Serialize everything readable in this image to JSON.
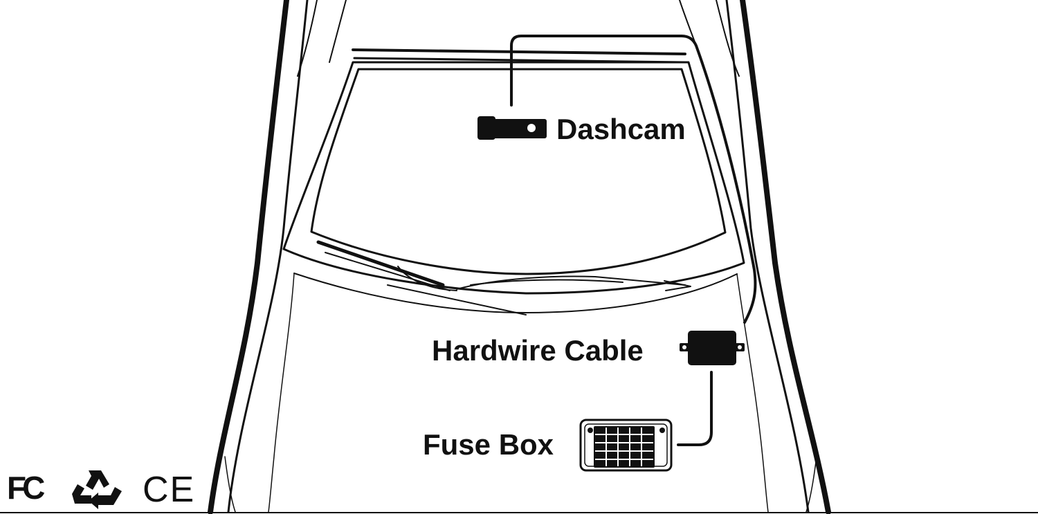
{
  "labels": {
    "dashcam": "Dashcam",
    "hardwire_cable": "Hardwire Cable",
    "fuse_box": "Fuse Box"
  },
  "certifications": {
    "fc": "FC",
    "ce": "CE"
  },
  "icons": [
    "dashcam-icon",
    "hardwire-cable-icon",
    "fuse-box-icon",
    "recycle-icon",
    "fc-mark-icon",
    "ce-mark-icon"
  ],
  "colors": {
    "line": "#111111",
    "background": "#ffffff"
  }
}
